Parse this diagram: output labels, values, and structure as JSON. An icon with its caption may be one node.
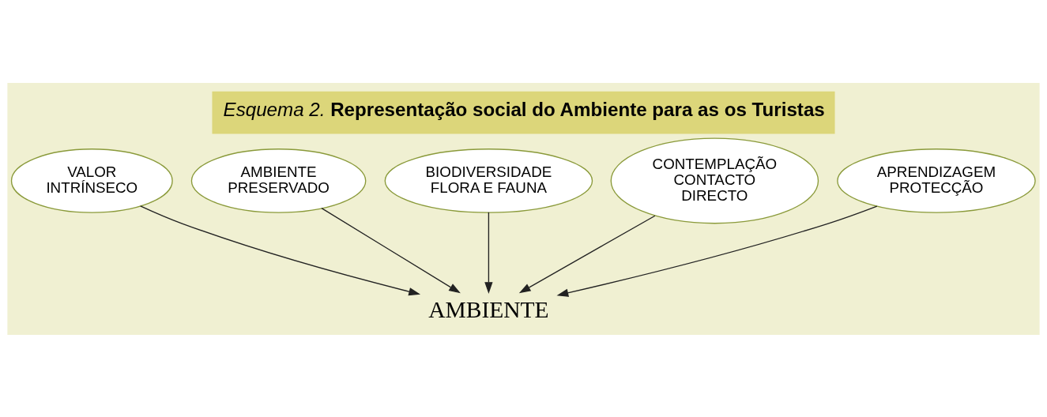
{
  "diagram": {
    "title": "Esquema 2. **Representação social do Ambiente para as os Turistas**",
    "nodes": [
      {
        "text": [
          "BIODIVERSIDADE FLORA E FAUNA"
        ]
      },
      {
        "text": [
          "AMBIENTE PRESERVADO"
        ]
      },
      {
        "text": [
          "CONTEMPLAÇÃO CONTACTO DIRECTO"
        ]
      },
      {
        "text": [
          "VALOR INTRÍNSECO"
        ]
      },
      {
        "text": [
          "APRENDIZAGEM PROTECÇÃO"
        ]
      },
      {
        "text": [
          "AMBIENTE"
        ]
      }
    ],
    "edges": [
      {
        "from": 0,
        "to": 5,
        "arrow": "to"
      },
      {
        "from": 1,
        "to": 5,
        "arrow": "to"
      },
      {
        "from": 2,
        "to": 5,
        "arrow": "to"
      },
      {
        "from": 3,
        "to": 5,
        "arrow": "to"
      },
      {
        "from": 4,
        "to": 5,
        "arrow": "to"
      }
    ]
  }
}
